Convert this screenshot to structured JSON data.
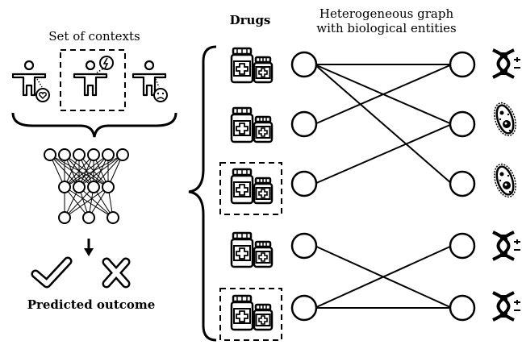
{
  "left_panel": {
    "contexts_title": "Set of contexts",
    "outcome_title": "Predicted outcome"
  },
  "right_panel": {
    "drugs_header": "Drugs",
    "graph_header_line1": "Heterogeneous graph",
    "graph_header_line2": "with biological entities"
  },
  "graph": {
    "drug_nodes": [
      "drug-1",
      "drug-2",
      "drug-3",
      "drug-4",
      "drug-5"
    ],
    "entity_nodes": [
      "entity-1",
      "entity-2",
      "entity-3",
      "entity-4",
      "entity-5"
    ],
    "entity_icons": [
      "dna-icon",
      "cell-icon",
      "cell-icon",
      "dna-icon",
      "dna-icon"
    ],
    "selected_drugs": [
      3,
      5
    ],
    "edges": [
      [
        1,
        1
      ],
      [
        1,
        2
      ],
      [
        1,
        3
      ],
      [
        2,
        1
      ],
      [
        3,
        2
      ],
      [
        4,
        5
      ],
      [
        5,
        4
      ],
      [
        5,
        5
      ]
    ]
  }
}
